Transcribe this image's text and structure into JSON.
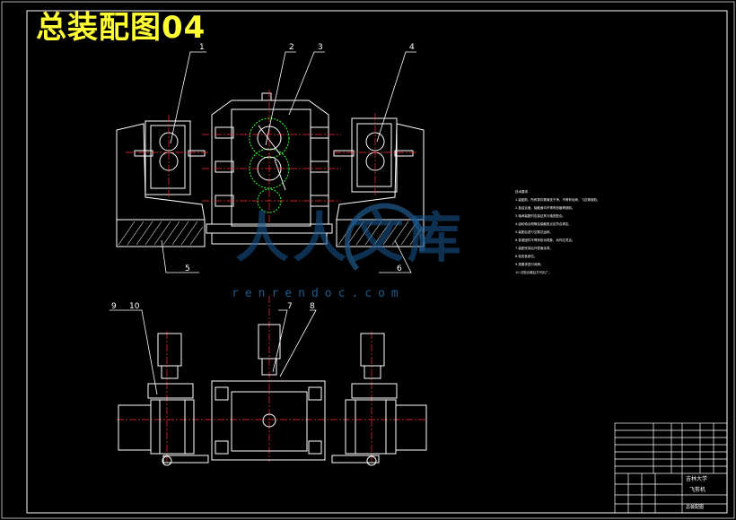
{
  "title": "总装配图04",
  "watermark": {
    "text": "人人文库",
    "url": "renrendoc.com"
  },
  "callouts": [
    "1",
    "2",
    "3",
    "4",
    "5",
    "6",
    "7",
    "8",
    "9",
    "10"
  ],
  "notes": [
    "技术要求",
    "1.装配前，所有零件需清洗干净，不得有毛刺、飞边等缺陷。",
    "2.各结合面，接触面均不得有划痕等缺陷。",
    "3.轴承装配时应保证其与轴的配合。",
    "4.齿轮啮合侧隙及接触斑点应符合规定。",
    "5.装配后进行空载试运转。",
    "6.各紧固件不得有松动现象，动作应灵活。",
    "7.装配完成后外表面涂漆。",
    "8.检查各部位。",
    "9.按要求进行润滑。",
    "10.试验合格后方可出厂。"
  ],
  "title_block": {
    "school": "吉林大学",
    "name": "飞剪机",
    "drawing_no": "总装配图"
  },
  "colors": {
    "background": "#000000",
    "line": "#ffffff",
    "center": "#ff3030",
    "hatch": "#ffffff",
    "gear": "#33ff33",
    "title": "#ffff33",
    "watermark": "#1f5a8a"
  }
}
